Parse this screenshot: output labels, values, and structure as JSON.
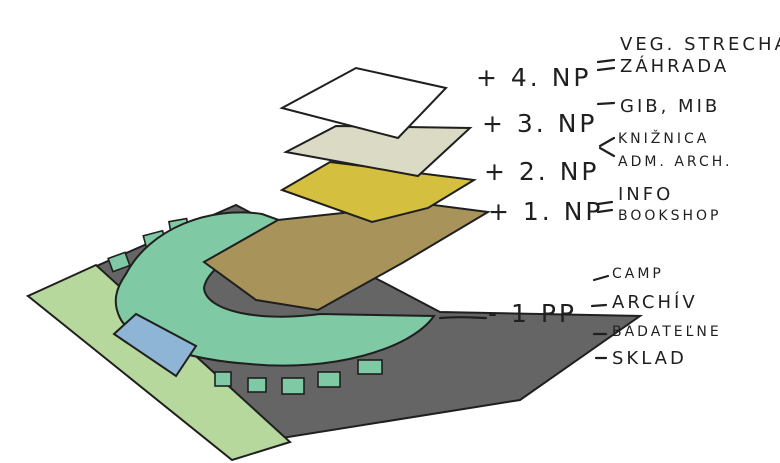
{
  "colors": {
    "site_dark": "#656566",
    "grass": "#b6d89c",
    "campus_ring": "#7fcaa4",
    "courtyard_blue": "#8fb5d6",
    "floor_plus1": "#a8935a",
    "floor_plus2": "#d4bf3f",
    "floor_plus3": "#dadac5",
    "floor_plus4": "#ffffff",
    "ink": "#1f1f1f"
  },
  "levels": [
    {
      "label": "+ 4. NP",
      "uses": [
        "VEG. STRECHA",
        "ZÁHRADA"
      ]
    },
    {
      "label": "+ 3. NP",
      "uses": [
        "GIB, MIB"
      ]
    },
    {
      "label": "+ 2. NP",
      "uses": [
        "KNIŽNICA",
        "ADM. ARCH."
      ]
    },
    {
      "label": "+ 1. NP",
      "uses": [
        "INFO",
        "BOOKSHOP"
      ]
    },
    {
      "label": "- 1 PP",
      "uses": [
        "CAMP",
        "ARCHÍV",
        "BÁDATEĽNE",
        "SKLAD"
      ]
    }
  ]
}
